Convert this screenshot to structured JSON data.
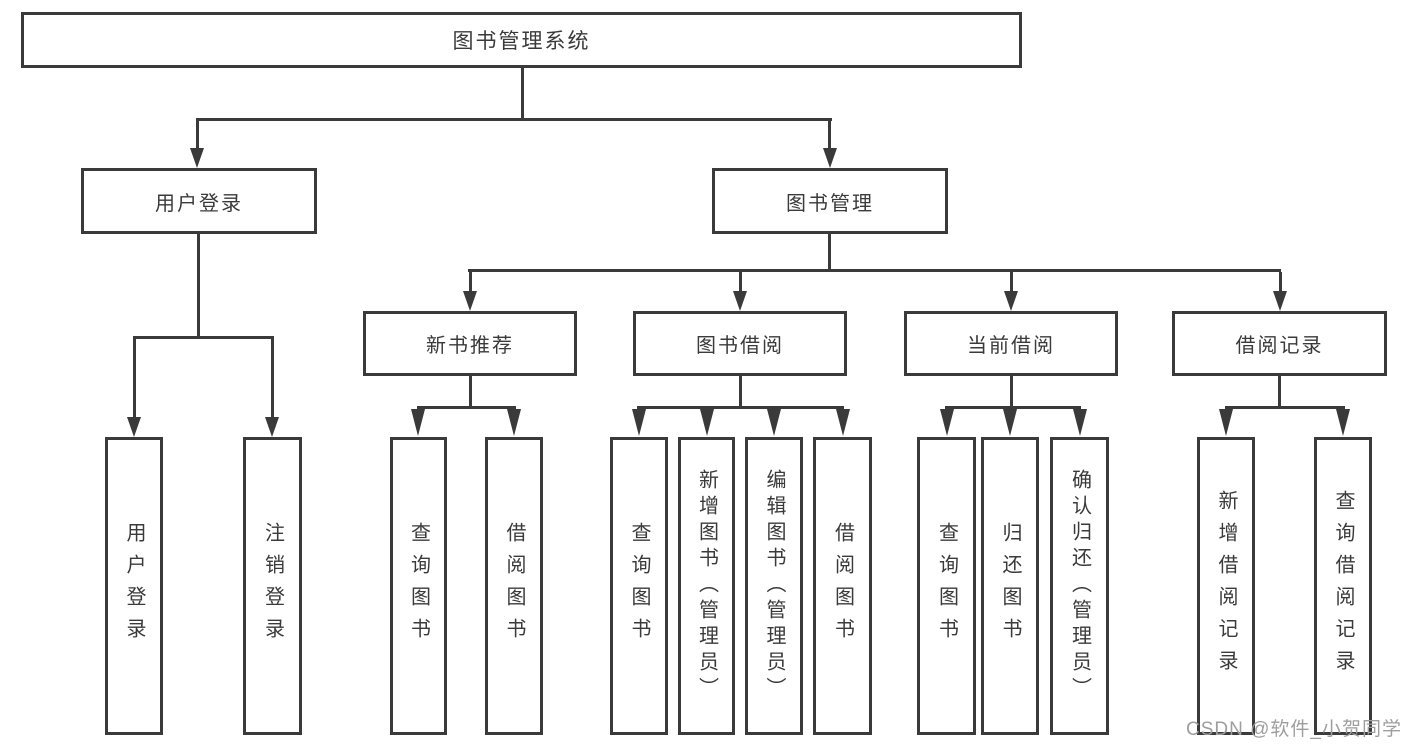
{
  "tree": {
    "root": {
      "label": "图书管理系统"
    },
    "branches": [
      {
        "label": "用户登录",
        "children": [
          {
            "label": "用户登录"
          },
          {
            "label": "注销登录"
          }
        ]
      },
      {
        "label": "图书管理",
        "children": [
          {
            "label": "新书推荐",
            "children": [
              {
                "label": "查询图书"
              },
              {
                "label": "借阅图书"
              }
            ]
          },
          {
            "label": "图书借阅",
            "children": [
              {
                "label": "查询图书"
              },
              {
                "label": "新增图书（管理员）"
              },
              {
                "label": "编辑图书（管理员）"
              },
              {
                "label": "借阅图书"
              }
            ]
          },
          {
            "label": "当前借阅",
            "children": [
              {
                "label": "查询图书"
              },
              {
                "label": "归还图书"
              },
              {
                "label": "确认归还（管理员）"
              }
            ]
          },
          {
            "label": "借阅记录",
            "children": [
              {
                "label": "新增借阅记录"
              },
              {
                "label": "查询借阅记录"
              }
            ]
          }
        ]
      }
    ]
  },
  "watermark": {
    "text": "CSDN @软件_小贺同学"
  },
  "colors": {
    "line": "#3a3a3a",
    "text": "#3a3a3a",
    "watermark": "#9e9e9e",
    "background": "#ffffff"
  }
}
